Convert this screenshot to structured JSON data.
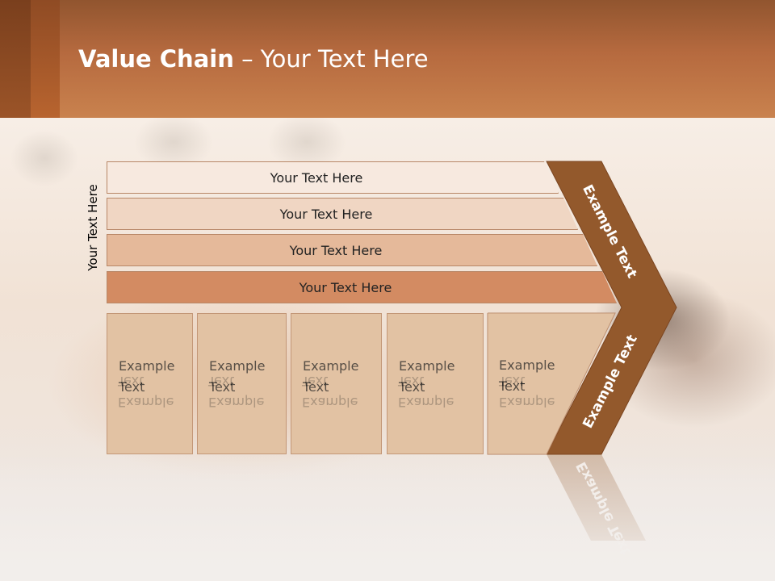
{
  "slide": {
    "title_bold": "Value Chain",
    "title_rest": " – Your Text Here",
    "side_label": "Your Text Here",
    "support_activities": [
      {
        "label": "Your Text Here",
        "color": "#f7e9df"
      },
      {
        "label": "Your Text Here",
        "color": "#f0d6c3"
      },
      {
        "label": "Your Text Here",
        "color": "#e5b99a"
      },
      {
        "label": "Your Text Here",
        "color": "#d38b62"
      }
    ],
    "primary_activities": [
      {
        "line1": "Example",
        "line2": "Text"
      },
      {
        "line1": "Example",
        "line2": "Text"
      },
      {
        "line1": "Example",
        "line2": "Text"
      },
      {
        "line1": "Example",
        "line2": "Text"
      },
      {
        "line1": "Example",
        "line2": "Text"
      }
    ],
    "margin_upper": "Example Text",
    "margin_lower": "Example Text",
    "colors": {
      "header": "#c07443",
      "margin_arrow": "#93592c",
      "box_fill": "#e2c2a3",
      "box_border": "#b88767"
    }
  }
}
